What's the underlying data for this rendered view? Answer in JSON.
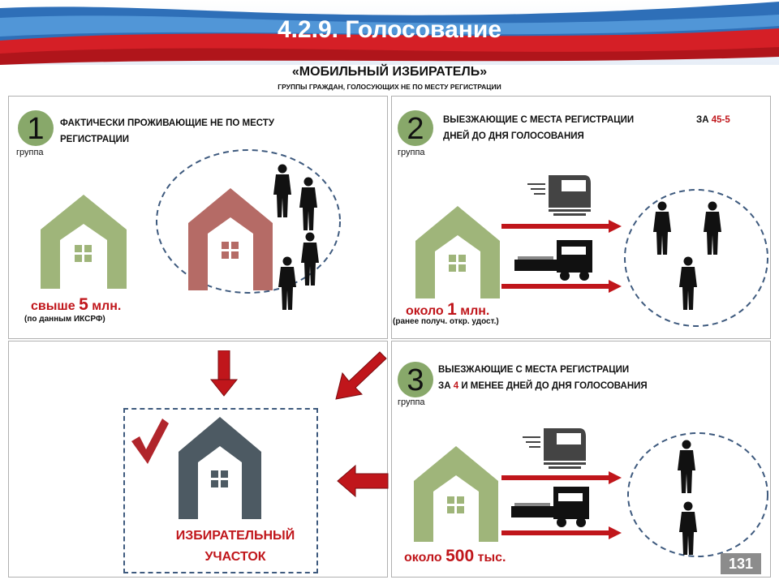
{
  "header": {
    "title": "4.2.9. Голосование",
    "subtitle": "«МОБИЛЬНЫЙ ИЗБИРАТЕЛЬ»",
    "subsubtitle": "ГРУППЫ ГРАЖДАН, ГОЛОСУЮЩИХ НЕ ПО МЕСТУ РЕГИСТРАЦИИ"
  },
  "groups": [
    {
      "number": "1",
      "label": "группа",
      "text_line1": "ФАКТИЧЕСКИ ПРОЖИВАЮЩИЕ НЕ ПО МЕСТУ",
      "text_line2": "РЕГИСТРАЦИИ",
      "stat_prefix": "свыше ",
      "stat_value": "5",
      "stat_suffix": " млн.",
      "note": "(по данным ИКСРФ)"
    },
    {
      "number": "2",
      "label": "группа",
      "text_line1": "ВЫЕЗЖАЮЩИЕ С МЕСТА РЕГИСТРАЦИИ",
      "text_za": "ЗА ",
      "text_days": "45-5",
      "text_line2": "ДНЕЙ ДО ДНЯ ГОЛОСОВАНИЯ",
      "stat_prefix": "около ",
      "stat_value": "1",
      "stat_suffix": " млн.",
      "note": "(ранее получ. откр. удост.)"
    },
    {
      "number": "3",
      "label": "группа",
      "text_line1": "ВЫЕЗЖАЮЩИЕ С МЕСТА РЕГИСТРАЦИИ",
      "text_za": "ЗА ",
      "text_days": "4",
      "text_line2_rest": " И МЕНЕЕ ДНЕЙ ДО ДНЯ ГОЛОСОВАНИЯ",
      "stat_prefix": "около ",
      "stat_value": "500",
      "stat_suffix": " тыс."
    }
  ],
  "station": {
    "line1": "ИЗБИРАТЕЛЬНЫЙ",
    "line2": "УЧАСТОК"
  },
  "page_number": "131",
  "colors": {
    "house_green": "#9fb57a",
    "house_red": "#b56b66",
    "house_dark": "#4d5a63",
    "accent_red": "#c0161b",
    "circle_blue": "#3e5a7e",
    "badge_green": "#88a86a"
  },
  "icons": [
    "house-icon",
    "person-icon",
    "train-icon",
    "truck-icon",
    "arrow-icon",
    "checkmark-icon"
  ]
}
